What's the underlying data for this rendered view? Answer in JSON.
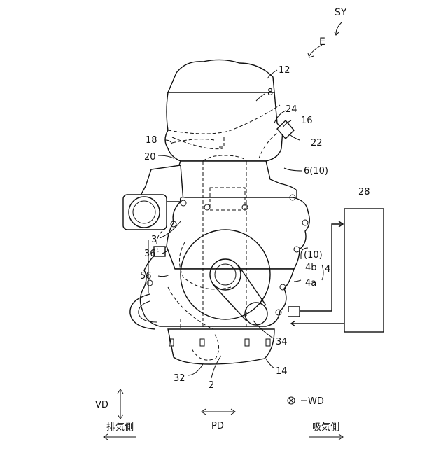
{
  "labels": {
    "sy": "SY",
    "e": "E",
    "n12": "12",
    "n8": "8",
    "n24": "24",
    "n16": "16",
    "n22": "22",
    "n18": "18",
    "n20": "20",
    "n6": "6(10)",
    "n28": "28",
    "n3": "3",
    "n36": "36",
    "n10": "(10)",
    "n4b": "4b",
    "n4": "4",
    "n4a": "4a",
    "n56": "56",
    "n34": "34",
    "n14": "14",
    "n32": "32",
    "n2": "2"
  },
  "legend": {
    "vd": "VD",
    "wd": "WD",
    "pd": "PD",
    "exhaust_side": "排気側",
    "intake_side": "吸気側"
  }
}
